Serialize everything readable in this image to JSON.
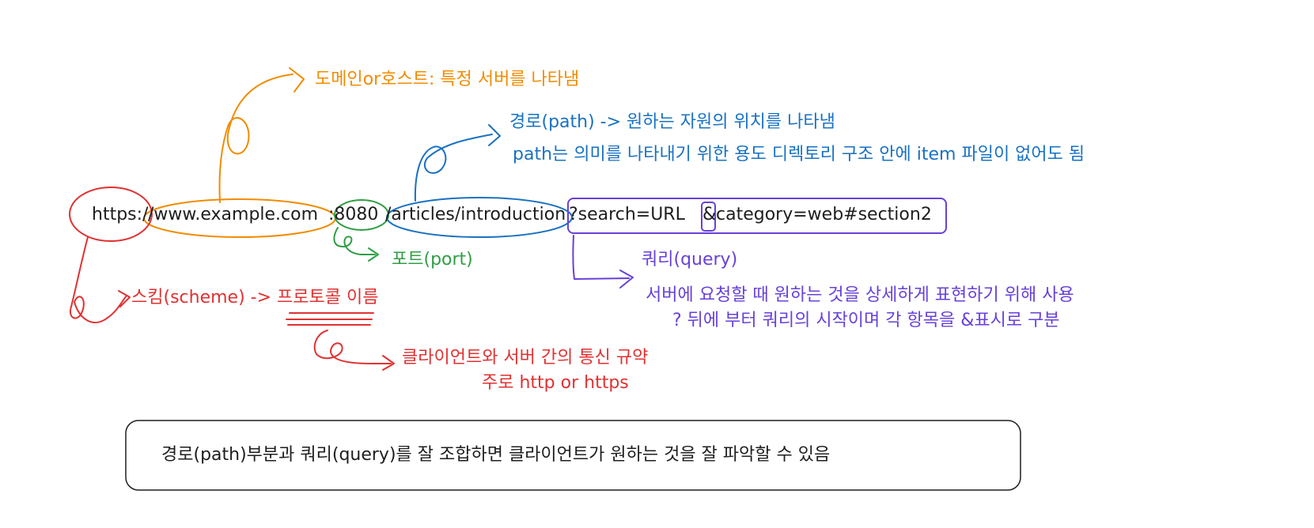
{
  "url": {
    "scheme": "https:/",
    "host": "/www.example.com",
    "port": ":8080",
    "path": "/articles/introduction",
    "query_a": "?search=URL",
    "ampersand": "&",
    "query_b": "category=web#section2"
  },
  "annotations": {
    "domain": "도메인or호스트: 특정 서버를 나타냄",
    "path_title": "경로(path) -> 원하는 자원의 위치를 나타냄",
    "path_desc": "path는 의미를 나타내기 위한 용도 디렉토리 구조 안에 item 파일이 없어도 됨",
    "port": "포트(port)",
    "query_title": "쿼리(query)",
    "query_desc1": "서버에 요청할 때 원하는 것을 상세하게 표현하기 위해 사용",
    "query_desc2": "? 뒤에 부터 쿼리의 시작이며 각 항목을 &표시로 구분",
    "scheme_prefix": "스킴(scheme) -> ",
    "scheme_protocol": "프로토콜",
    "scheme_suffix": " 이름",
    "protocol_desc1": "클라이언트와 서버 간의 통신 규약",
    "protocol_desc2": "주로 http or https"
  },
  "summary": "경로(path)부분과 쿼리(query)를 잘 조합하면 클라이언트가 원하는 것을 잘 파악할 수 있음",
  "colors": {
    "orange": "#f08c00",
    "blue": "#1971c2",
    "green": "#2f9e44",
    "purple": "#6741d9",
    "red": "#e03131",
    "black": "#1e1e1e"
  }
}
